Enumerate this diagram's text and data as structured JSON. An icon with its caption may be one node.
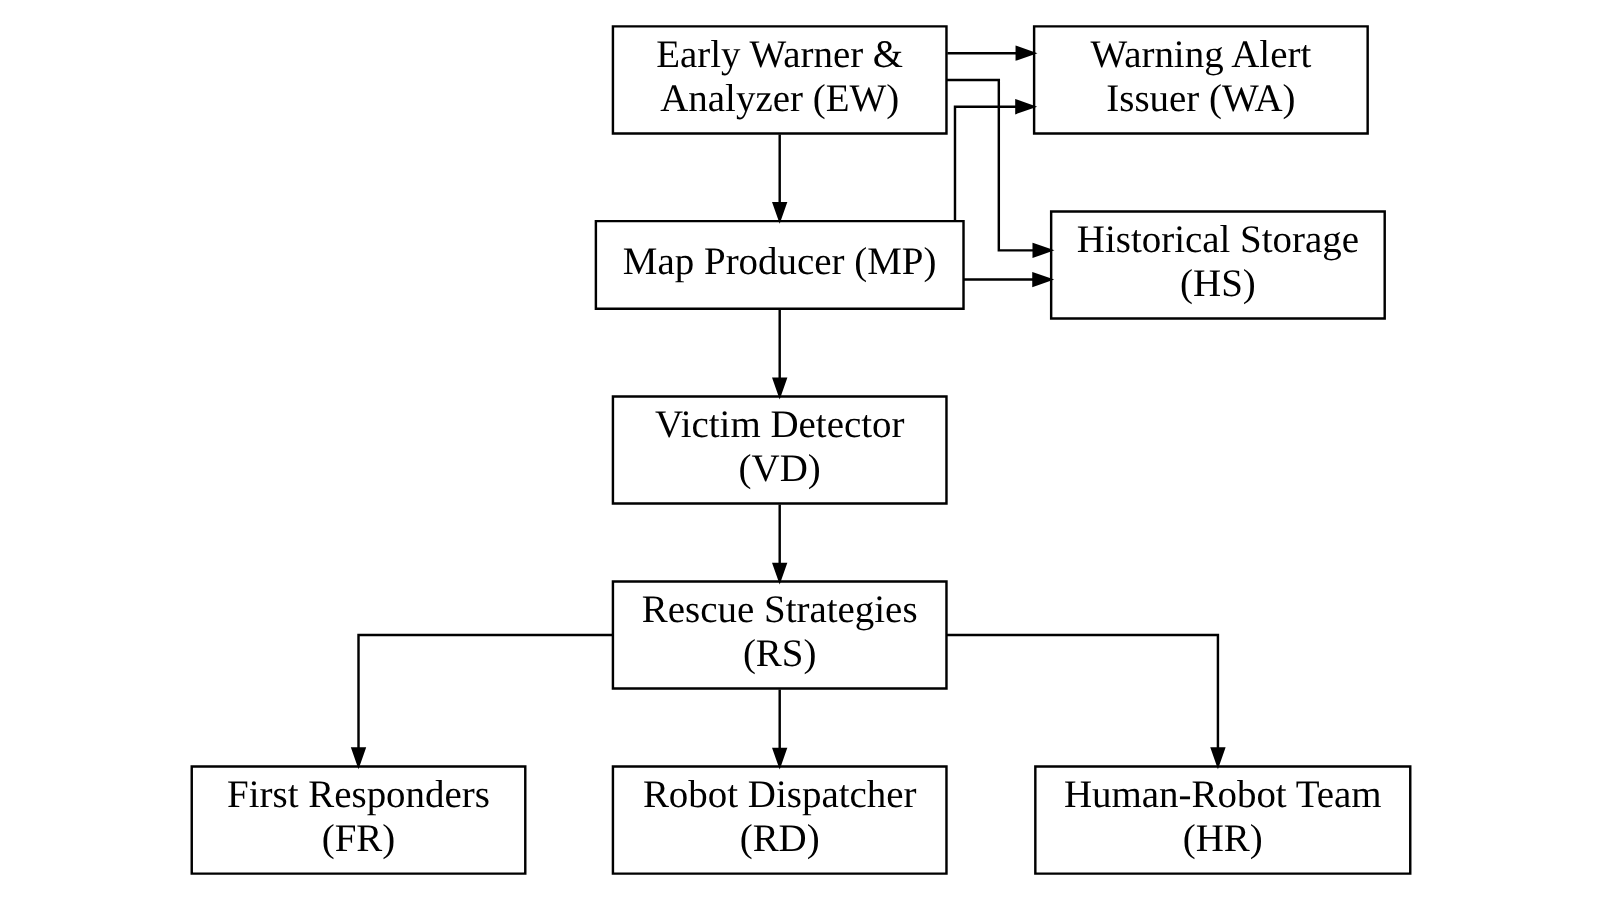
{
  "diagram": {
    "nodes": [
      {
        "text": [
          "Early Warner & Analyzer (EW)"
        ]
      },
      {
        "text": [
          "Warning Alert Issuer (WA)"
        ]
      },
      {
        "text": [
          "Historical Storage (HS)"
        ]
      },
      {
        "text": [
          "Map Producer (MP)"
        ]
      },
      {
        "text": [
          "Victim Detector (VD)"
        ]
      },
      {
        "text": [
          "Rescue Strategies (RS)"
        ]
      },
      {
        "text": [
          "First Responders (FR)"
        ]
      },
      {
        "text": [
          "Robot Dispatcher (RD)"
        ]
      },
      {
        "text": [
          "Human-Robot Team (HR)"
        ]
      }
    ],
    "edges": [
      {
        "from": 0,
        "to": 1,
        "arrow": "to"
      },
      {
        "from": 0,
        "to": 2,
        "arrow": "to"
      },
      {
        "from": 0,
        "to": 3,
        "arrow": "to"
      },
      {
        "from": 3,
        "to": 2,
        "arrow": "to"
      },
      {
        "from": 3,
        "to": 1,
        "arrow": "to"
      },
      {
        "from": 3,
        "to": 4,
        "arrow": "to"
      },
      {
        "from": 4,
        "to": 5,
        "arrow": "to"
      },
      {
        "from": 5,
        "to": 6,
        "arrow": "to"
      },
      {
        "from": 5,
        "to": 7,
        "arrow": "to"
      },
      {
        "from": 5,
        "to": 8,
        "arrow": "to"
      }
    ]
  }
}
